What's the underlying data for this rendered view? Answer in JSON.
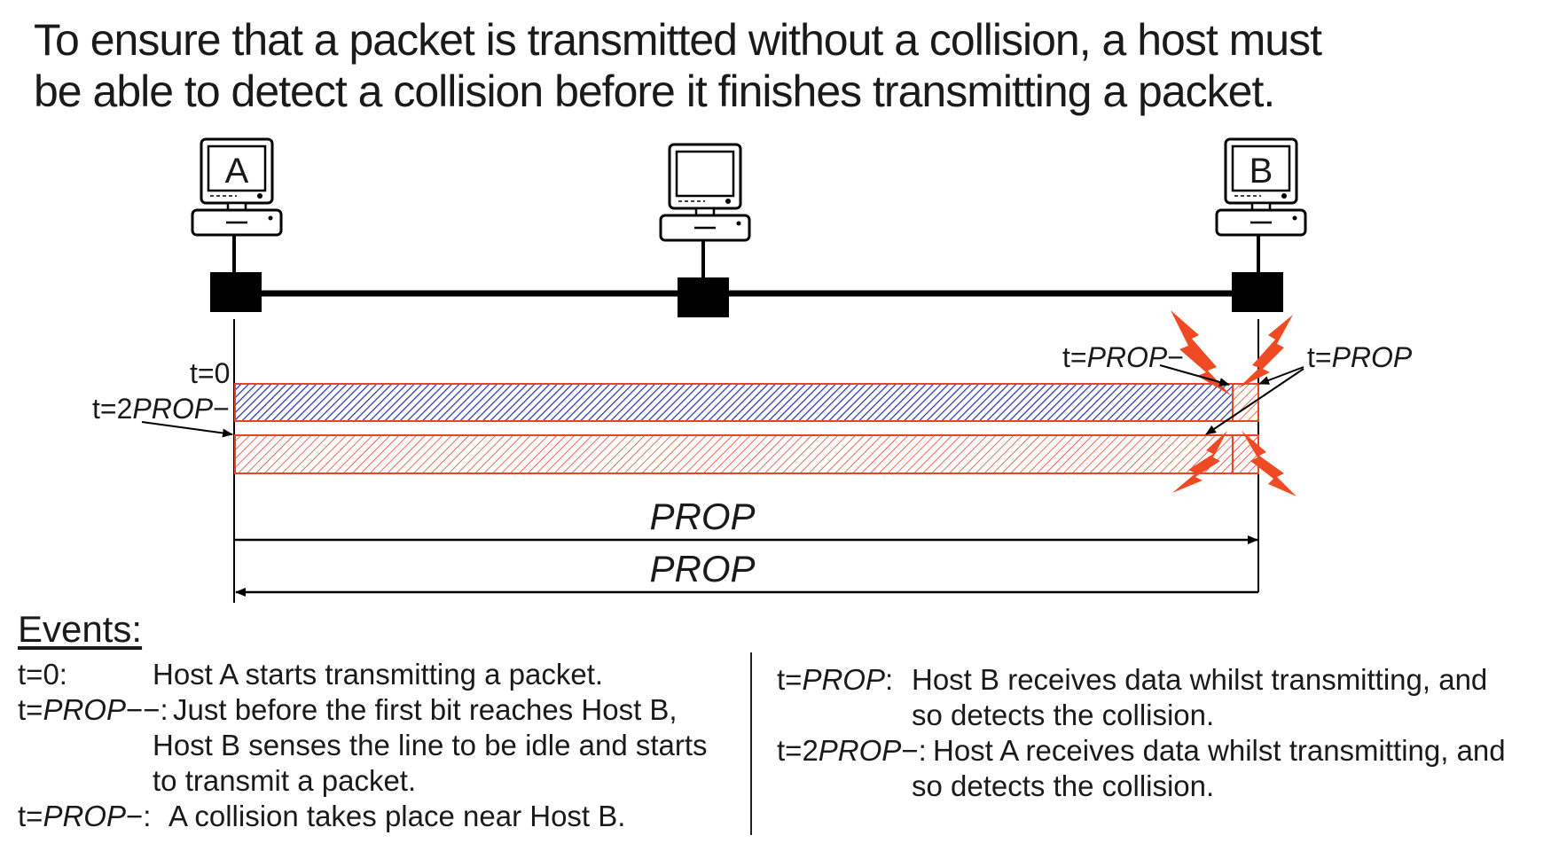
{
  "title": {
    "line1": "To ensure that a packet is transmitted without a collision, a host must",
    "line2": "be able to detect a collision before it finishes transmitting a packet."
  },
  "hosts": [
    {
      "label": "A"
    },
    {
      "label": ""
    },
    {
      "label": "B"
    }
  ],
  "timing_labels": {
    "t0": "t=0",
    "t2prop_prefix": "t=2",
    "t2prop_var": "PROP",
    "tprop_minus_prefix": "t=",
    "tprop_minus_var": "PROP",
    "tprop_prefix": "t=",
    "tprop_var": "PROP"
  },
  "durations": {
    "forward": "PROP",
    "backward": "PROP"
  },
  "colors": {
    "packet_a": "#2d3fb0",
    "packet_b": "#e8442a",
    "collision": "#f04a24",
    "line": "#000000"
  },
  "events": {
    "heading": "Events:",
    "left": [
      {
        "time": "t=0:",
        "time_var": "",
        "time_suffix": "",
        "desc": [
          "Host A starts transmitting a packet."
        ]
      },
      {
        "time": "t=",
        "time_var": "PROP",
        "time_suffix": "−−:",
        "desc": [
          "Just before the first bit reaches Host B,",
          "Host B senses the line to be idle and starts",
          "to transmit a packet."
        ]
      },
      {
        "time": "t=",
        "time_var": "PROP",
        "time_suffix": "−:",
        "desc": [
          "A collision takes place near Host B."
        ]
      }
    ],
    "right": [
      {
        "time": "t=",
        "time_var": "PROP",
        "time_suffix": ":",
        "desc": [
          "Host B receives data whilst transmitting, and",
          "so detects the collision."
        ]
      },
      {
        "time": "t=2",
        "time_var": "PROP",
        "time_suffix": "−:",
        "desc": [
          "Host A receives data whilst transmitting, and",
          "so detects the collision."
        ]
      }
    ]
  }
}
